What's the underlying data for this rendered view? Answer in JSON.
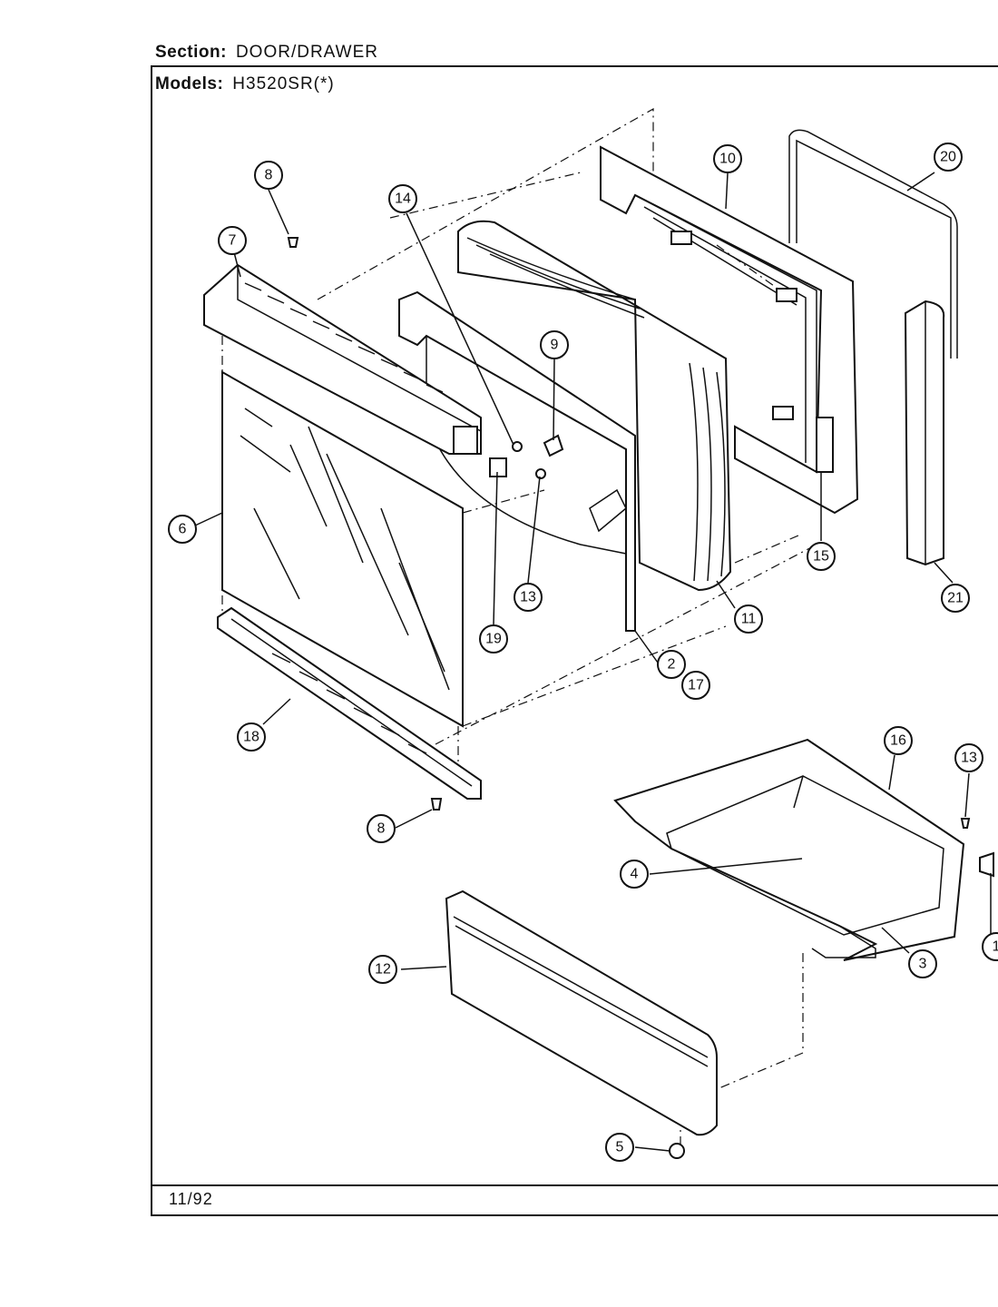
{
  "header": {
    "section_label": "Section:",
    "section_value": "DOOR/DRAWER",
    "models_label": "Models:",
    "models_value": "H3520SR(*)"
  },
  "footer": {
    "date": "11/92"
  },
  "callouts": [
    {
      "id": "8a",
      "label": "8"
    },
    {
      "id": "7",
      "label": "7"
    },
    {
      "id": "14",
      "label": "14"
    },
    {
      "id": "10",
      "label": "10"
    },
    {
      "id": "20",
      "label": "20"
    },
    {
      "id": "9",
      "label": "9"
    },
    {
      "id": "6",
      "label": "6"
    },
    {
      "id": "13a",
      "label": "13"
    },
    {
      "id": "19",
      "label": "19"
    },
    {
      "id": "15",
      "label": "15"
    },
    {
      "id": "21",
      "label": "21"
    },
    {
      "id": "11",
      "label": "11"
    },
    {
      "id": "2",
      "label": "2"
    },
    {
      "id": "17",
      "label": "17"
    },
    {
      "id": "18",
      "label": "18"
    },
    {
      "id": "16",
      "label": "16"
    },
    {
      "id": "13b",
      "label": "13"
    },
    {
      "id": "8b",
      "label": "8"
    },
    {
      "id": "4",
      "label": "4"
    },
    {
      "id": "3",
      "label": "3"
    },
    {
      "id": "1",
      "label": "1"
    },
    {
      "id": "12",
      "label": "12"
    },
    {
      "id": "5",
      "label": "5"
    }
  ]
}
